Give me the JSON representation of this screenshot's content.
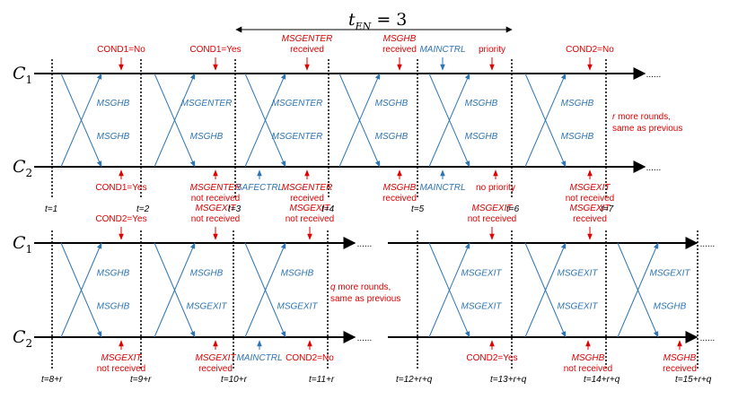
{
  "ten": {
    "symbol": "t",
    "sub": "EN",
    "eq": " = 3"
  },
  "processes": {
    "c1": "C",
    "c1_sub": "1",
    "c2": "C",
    "c2_sub": "2"
  },
  "top": {
    "c1_labels": [
      {
        "lines": [
          "COND1=No"
        ],
        "italic": false
      },
      {
        "lines": [
          "COND1=Yes"
        ],
        "italic": false
      },
      {
        "lines": [
          "MSGENTER",
          "received"
        ],
        "italic": true
      },
      {
        "lines": [
          "MSGHB",
          "received"
        ],
        "italic": true
      },
      {
        "lines": [
          "MAINCTRL"
        ],
        "blue": true
      },
      {
        "lines": [
          "priority"
        ],
        "italic": false
      },
      {
        "lines": [
          "COND2=No"
        ],
        "italic": false
      }
    ],
    "c2_labels": [
      {
        "lines": [
          "COND1=Yes"
        ],
        "italic": false
      },
      {
        "lines": [
          "MSGENTER",
          "not received"
        ],
        "italic": true
      },
      {
        "lines": [
          "SAFECTRL"
        ],
        "blue": true
      },
      {
        "lines": [
          "MSGENTER",
          "received"
        ],
        "italic": true
      },
      {
        "lines": [
          "MSGHB",
          "received"
        ],
        "italic": true
      },
      {
        "lines": [
          "MAINCTRL"
        ],
        "blue": true
      },
      {
        "lines": [
          "no priority"
        ],
        "italic": false
      },
      {
        "lines": [
          "MSGEXIT",
          "not received"
        ],
        "italic": true
      }
    ],
    "messages": [
      [
        "MSGHB",
        "MSGHB"
      ],
      [
        "MSGENTER",
        "MSGHB"
      ],
      [
        "MSGENTER",
        "MSGENTER"
      ],
      [
        "MSGHB",
        "MSGHB"
      ],
      [
        "MSGHB",
        "MSGHB"
      ],
      [
        "MSGHB",
        "MSGHB"
      ]
    ],
    "note": [
      "more rounds,",
      "same as previous"
    ],
    "note_var": "r",
    "times": [
      "t=1",
      "t=2",
      "t=3",
      "t=4",
      "t=5",
      "t=6",
      "t=7"
    ]
  },
  "bottom": {
    "c1_labels": [
      {
        "lines": [
          "COND2=Yes"
        ],
        "italic": false
      },
      {
        "lines": [
          "MSGEXIT",
          "not received"
        ],
        "italic": true
      },
      {
        "lines": [
          "MSGEXIT",
          "not received"
        ],
        "italic": true
      },
      {
        "lines": [
          "MSGEXIT",
          "not received"
        ],
        "italic": true
      },
      {
        "lines": [
          "MSGEXIT",
          "received"
        ],
        "italic": true
      }
    ],
    "c2_labels": [
      {
        "lines": [
          "MSGEXIT",
          "not received"
        ],
        "italic": true
      },
      {
        "lines": [
          "MSGEXIT",
          "received"
        ],
        "italic": true
      },
      {
        "lines": [
          "MAINCTRL"
        ],
        "blue": true
      },
      {
        "lines": [
          "COND2=No"
        ],
        "italic": false
      },
      {
        "lines": [
          "COND2=Yes"
        ],
        "italic": false
      },
      {
        "lines": [
          "MSGHB",
          "not received"
        ],
        "italic": true
      },
      {
        "lines": [
          "MSGHB",
          "received"
        ],
        "italic": true
      }
    ],
    "messages": [
      [
        "MSGHB",
        "MSGHB"
      ],
      [
        "MSGHB",
        "MSGEXIT"
      ],
      [
        "MSGHB",
        "MSGEXIT"
      ],
      [
        "MSGEXIT",
        "MSGEXIT"
      ],
      [
        "MSGEXIT",
        "MSGEXIT"
      ],
      [
        "MSGEXIT",
        "MSGHB"
      ]
    ],
    "note": [
      "more rounds,",
      "same as previous"
    ],
    "note_var": "q",
    "times": [
      "t=8+r",
      "t=9+r",
      "t=10+r",
      "t=11+r",
      "t=12+r+q",
      "t=13+r+q",
      "t=14+r+q",
      "t=15+r+q"
    ]
  },
  "colors": {
    "blue": "#2e75b6",
    "red": "#e00000",
    "black": "#000000"
  },
  "dots": "......"
}
